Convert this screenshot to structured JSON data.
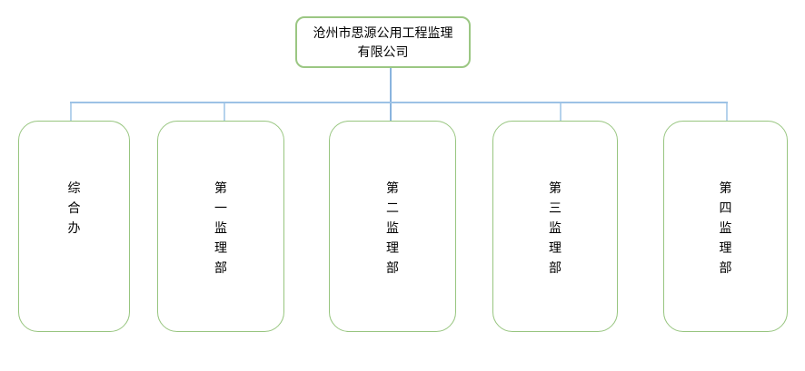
{
  "diagram": {
    "type": "org-chart",
    "root": {
      "name_lines": [
        "沧州市思源公用工程监理",
        "有限公司"
      ]
    },
    "departments": [
      {
        "label": "综合办"
      },
      {
        "label": "第一监理部"
      },
      {
        "label": "第二监理部"
      },
      {
        "label": "第三监理部"
      },
      {
        "label": "第四监理部"
      }
    ],
    "colors": {
      "box_border_green": "#9bc783",
      "connector_blue": "#9cc2e5",
      "connector_blue_dark": "#8ab4de",
      "text": "#000000",
      "background": "#ffffff"
    }
  }
}
